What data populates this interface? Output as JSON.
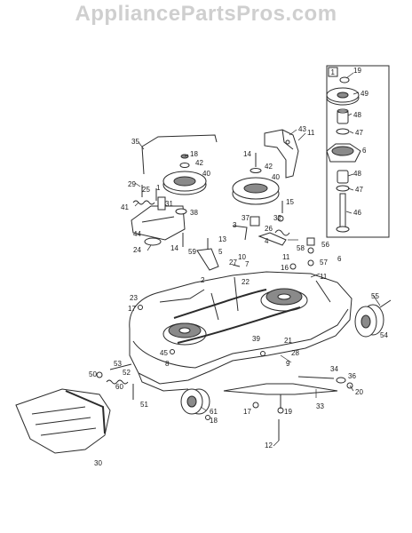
{
  "watermark": "AppliancePartsPros.com",
  "inset_box_label": "1",
  "colors": {
    "ink": "#1a1a1a",
    "line": "#2b2b2b",
    "shade": "#8a8a8a",
    "fill": "#ffffff"
  },
  "callouts": {
    "c19a": "19",
    "c49": "49",
    "c48a": "48",
    "c47a": "47",
    "c6": "6",
    "c48b": "48",
    "c47b": "47",
    "c46": "46",
    "c43": "43",
    "c11a": "11",
    "c35": "35",
    "c18a": "18",
    "c42a": "42",
    "c40a": "40",
    "c14a": "14",
    "c42b": "42",
    "c40b": "40",
    "c29": "29",
    "c25": "25",
    "c1": "1",
    "c41": "41",
    "c31": "31",
    "c38": "38",
    "c15": "15",
    "c37": "37",
    "c32a": "32",
    "c26": "26",
    "c4": "4",
    "c44": "44",
    "c3": "3",
    "c13": "13",
    "c5": "5",
    "c59": "59",
    "c14b": "14",
    "c24": "24",
    "c10": "10",
    "c27": "27",
    "c7": "7",
    "c58": "58",
    "c56": "56",
    "c11b": "11",
    "c16": "16",
    "c57": "57",
    "c11c": "11",
    "c2": "2",
    "c22": "22",
    "c23": "23",
    "c17a": "17",
    "c55": "55",
    "c54": "54",
    "c39": "39",
    "c21": "21",
    "c28": "28",
    "c9": "9",
    "c8": "8",
    "c45": "45",
    "c53": "53",
    "c52": "52",
    "c50": "50",
    "c34": "34",
    "c36": "36",
    "c20": "20",
    "c33": "33",
    "c60": "60",
    "c51": "51",
    "c61": "61",
    "c18b": "18",
    "c17b": "17",
    "c19b": "19",
    "c12": "12",
    "c30": "30"
  }
}
